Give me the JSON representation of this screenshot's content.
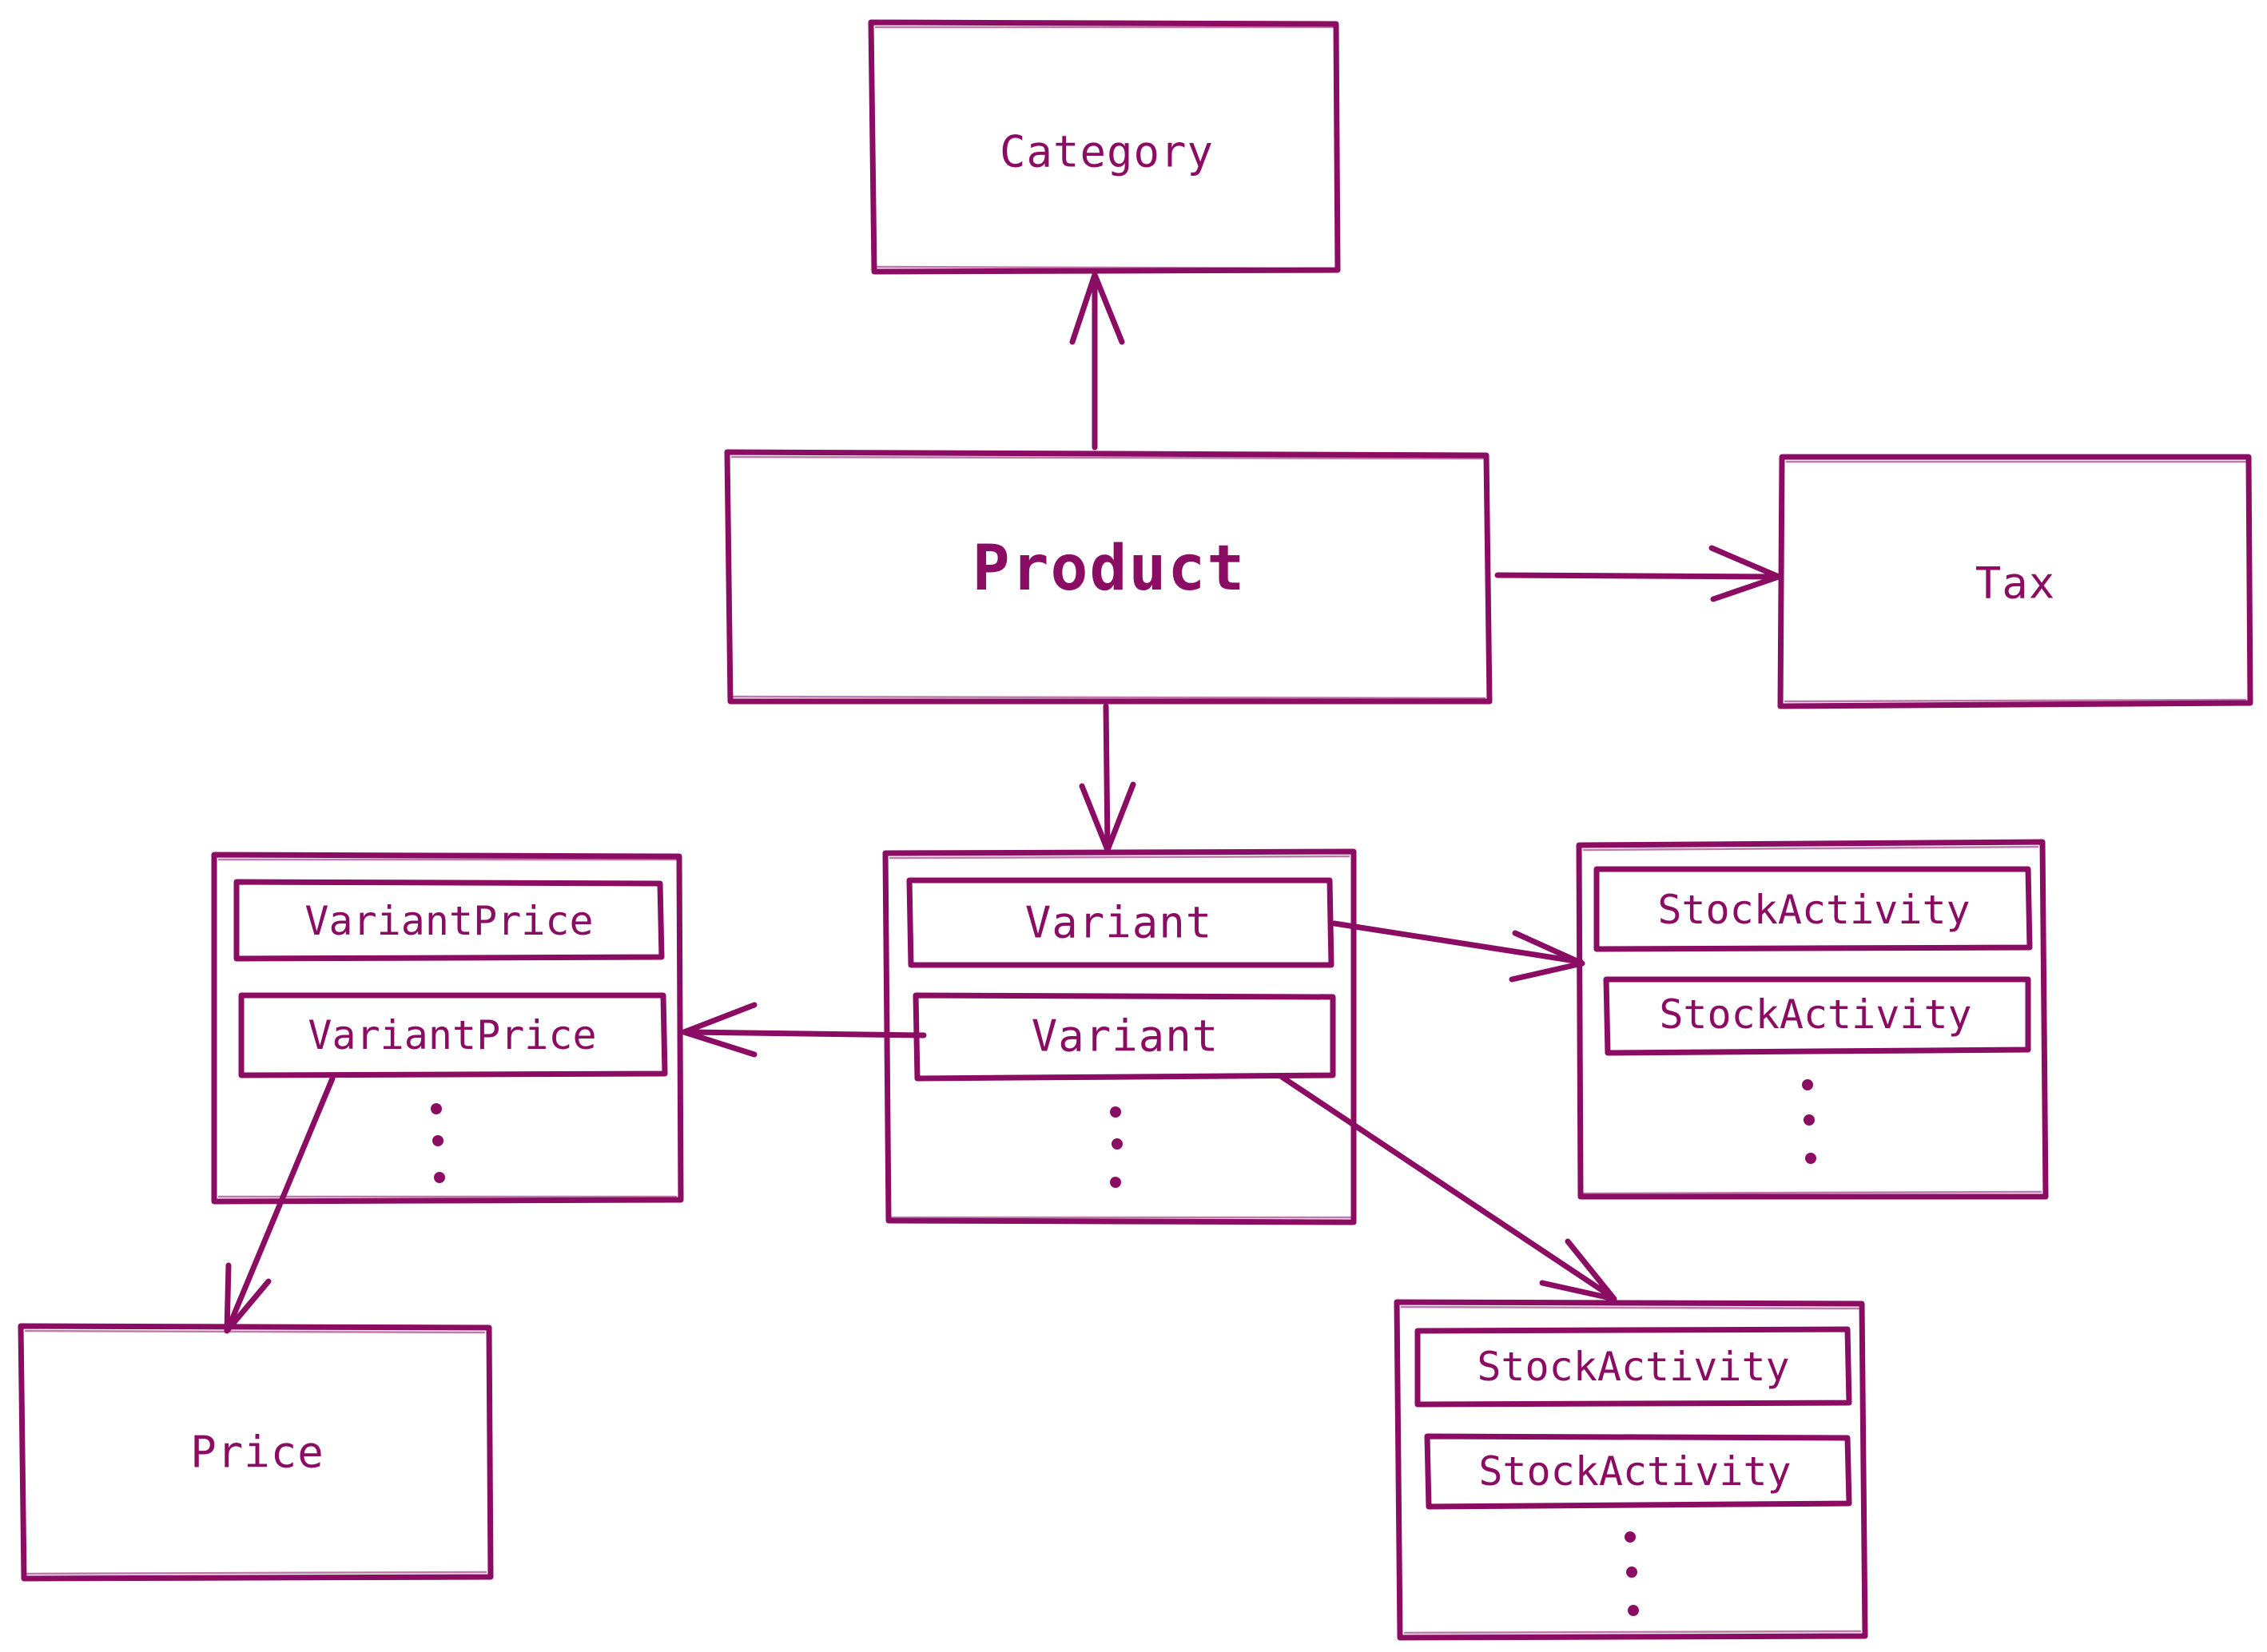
{
  "diagram": {
    "ink_color": "#8a0c63",
    "nodes": {
      "category": "Category",
      "product": "Product",
      "tax": "Tax",
      "price": "Price",
      "variant_list": [
        "Variant",
        "Variant"
      ],
      "variant_price_list": [
        "VariantPrice",
        "VariantPrice"
      ],
      "stock_activity_list_1": [
        "StockActivity",
        "StockActivity"
      ],
      "stock_activity_list_2": [
        "StockActivity",
        "StockActivity"
      ]
    }
  }
}
